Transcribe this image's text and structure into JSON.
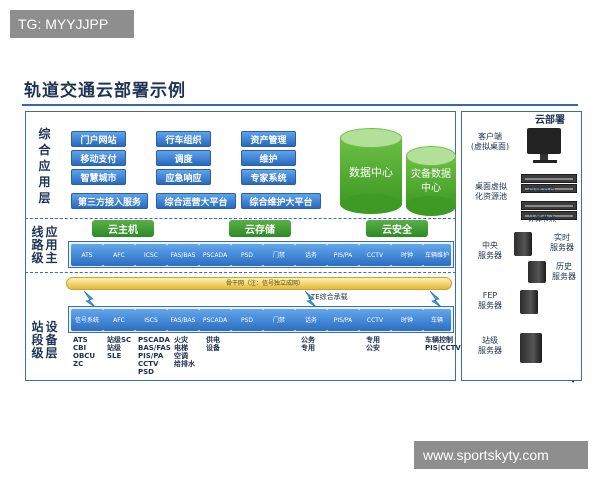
{
  "watermark_top": "TG: MYYJJPP",
  "watermark_bottom": "www.sportskyty.com",
  "title": "轨道交通云部署示例",
  "layers": {
    "integrated": {
      "label": [
        "综",
        "合",
        "应",
        "用",
        "层"
      ],
      "apps": [
        "门户网站",
        "行车组织",
        "资产管理",
        "移动支付",
        "调度",
        "维护",
        "智慧城市",
        "应急响应",
        "专家系统"
      ],
      "platforms": [
        "第三方接入服务",
        "综合运营大平台",
        "综合维护大平台"
      ],
      "cylinders": [
        "数据中心",
        "灾备数据中心"
      ]
    },
    "line": {
      "label": [
        "线",
        "路",
        "级",
        "应",
        "用",
        "主",
        "层"
      ],
      "bars": [
        "云主机",
        "云存储",
        "云安全"
      ],
      "systems": [
        "ATS",
        "AFC",
        "ICSC",
        "FAS/BAS",
        "PSCADA",
        "PSD",
        "门禁",
        "话务",
        "PIS/PA",
        "CCTV",
        "时钟",
        "车辆维护"
      ]
    },
    "backbone": "骨干网（注：信号独立成网）",
    "lte": "LTE综合承载",
    "station": {
      "label": [
        "站",
        "段",
        "级",
        "设",
        "备",
        "层"
      ],
      "systems": [
        "信号系统",
        "AFC",
        "ISCS",
        "FAS/BAS",
        "PSCADA",
        "PSD",
        "门禁",
        "话务",
        "PIS/PA",
        "CCTV",
        "时钟",
        "车辆"
      ],
      "devices": [
        "ATS\nCBI\nOBCU\nZC",
        "站级SC\n站级\nSLE",
        "PSCADA\nBAS/FAS\nPIS/PA\nCCTV\nPSD",
        "火灾\n电梯\n空调\n给排水",
        "供电\n设备",
        "公务\n专用",
        "专用\n公安",
        "车辆控制\nPIS|CCTV"
      ]
    }
  },
  "right_panel": {
    "cloud": "云部署",
    "client": "客户端\n(虚拟桌面)",
    "desktop_pool": "桌面虚拟\n化资源池",
    "storage_node": "存储节点",
    "compute_node": "计算节点",
    "central_server": "中央\n服务器",
    "realtime": "实时\n服务器",
    "history": "历史\n服务器",
    "fep": "FEP\n服务器",
    "station_server": "站级\n服务器"
  },
  "footnote": "•",
  "colors": {
    "blue_button": "#2f74c8",
    "green": "#3e9a23",
    "frame": "#3d6bb5",
    "backbone": "#e2b93a"
  }
}
